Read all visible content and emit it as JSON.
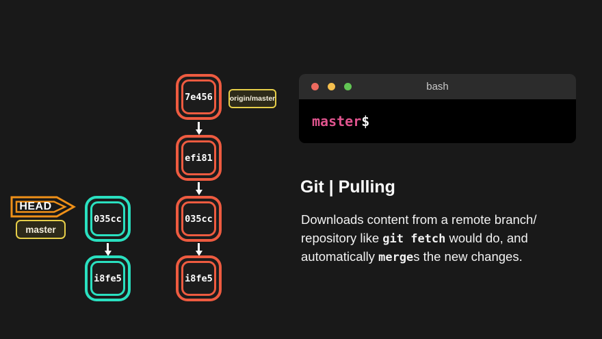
{
  "colors": {
    "background": "#191919",
    "remote_node": "#ee5b40",
    "local_node": "#2ae0c0",
    "head_outline": "#ef9018",
    "branch_badge_border": "#e7cf49",
    "prompt_branch": "#e0548e",
    "traffic_red": "#ed6a5f",
    "traffic_yellow": "#f5bf4e",
    "traffic_green": "#62c554"
  },
  "local_graph": {
    "head_label": "HEAD",
    "branch_label": "master",
    "commits": [
      "035cc",
      "i8fe5"
    ]
  },
  "remote_graph": {
    "branch_label": "origin/master",
    "commits": [
      "7e456",
      "efi81",
      "035cc",
      "i8fe5"
    ]
  },
  "terminal": {
    "title": "bash",
    "prompt_branch": "master",
    "prompt_symbol": "$"
  },
  "content": {
    "heading": "Git | Pulling",
    "description": {
      "line1": "Downloads content from a remote branch/",
      "line2_pre": "repository like ",
      "line2_code": "git fetch",
      "line2_post": " would do, and",
      "line3_pre": "automatically ",
      "line3_code": "merge",
      "line3_post": "s the new changes."
    }
  }
}
